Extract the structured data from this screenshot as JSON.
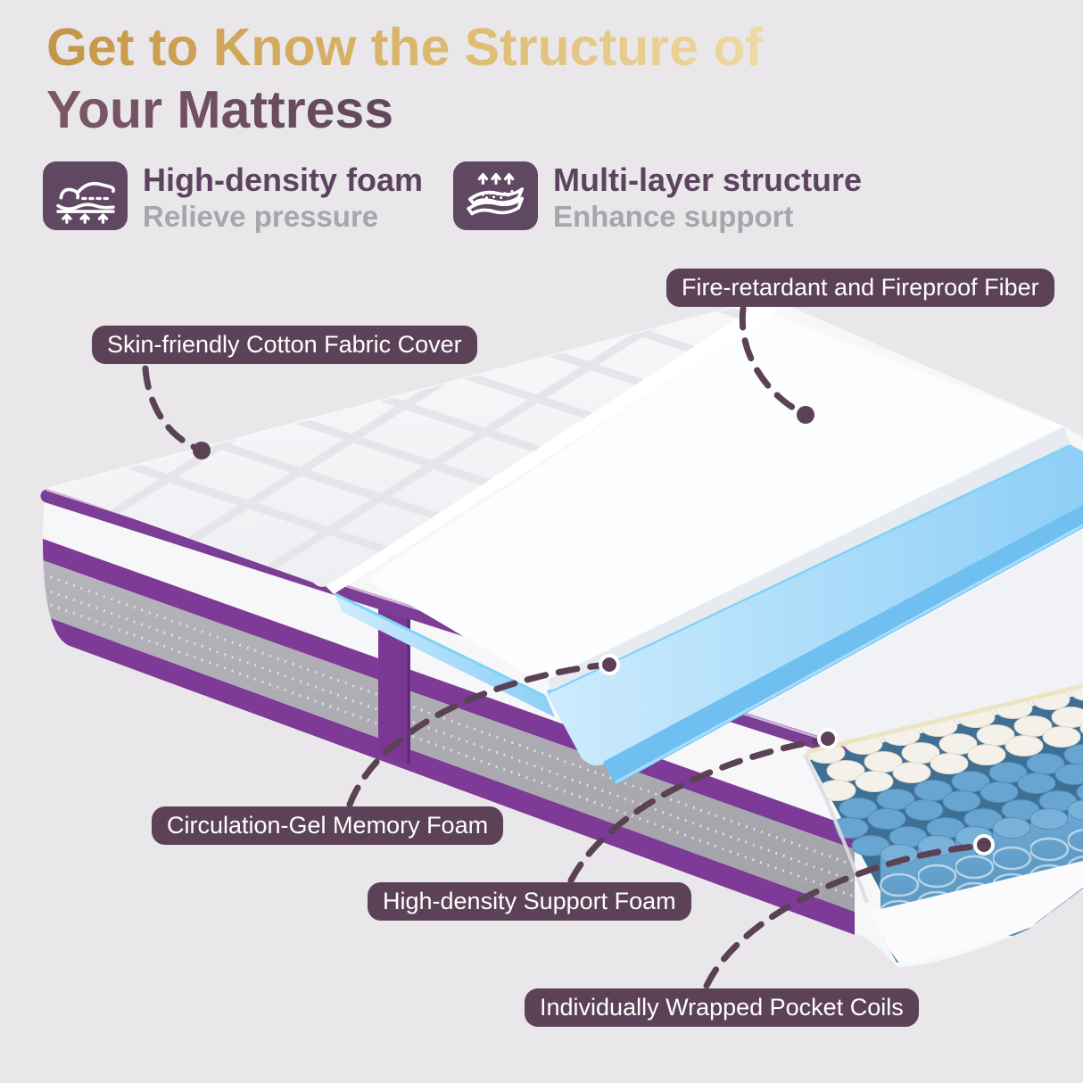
{
  "page": {
    "background_color": "#e9e7ea"
  },
  "header": {
    "title_line1": "Get to Know the Structure of",
    "title_line2": "Your Mattress",
    "gold_gradient": [
      "#c59547",
      "#eedaa5"
    ],
    "purple_gradient": [
      "#7c5866",
      "#4e3a50"
    ]
  },
  "features": [
    {
      "icon": "sleeper-pressure-relief-icon",
      "title": "High-density foam",
      "subtitle": "Relieve pressure"
    },
    {
      "icon": "multi-layer-support-icon",
      "title": "Multi-layer structure",
      "subtitle": "Enhance support"
    }
  ],
  "diagram": {
    "labels": {
      "fiber": "Fire-retardant and Fireproof Fiber",
      "cover": "Skin-friendly Cotton Fabric Cover",
      "gel": "Circulation-Gel Memory Foam",
      "support": "High-density Support Foam",
      "coils": "Individually Wrapped Pocket Coils"
    },
    "colors": {
      "label_pill": "#5c4257",
      "leader_line": "#5b4154",
      "trim_purple": "#7b3d95",
      "side_panel_gray": "#abaab0",
      "quilted_fabric": "#f8f8fa",
      "fiber_layer_white": "#fcfdff",
      "gel_foam_blue": "#9ed5f8",
      "support_foam_white": "#f2f3f6",
      "pocket_coil_blue": "#5697c5"
    }
  }
}
